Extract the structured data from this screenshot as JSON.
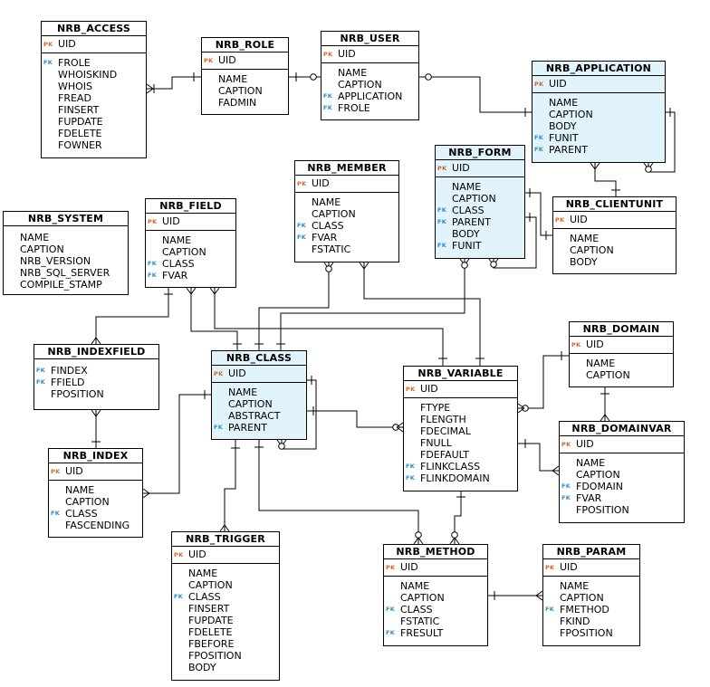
{
  "pk_label": "PK",
  "fk_label": "FK",
  "entities": [
    {
      "id": "access",
      "name": "NRB_ACCESS",
      "pk": "UID",
      "attrs": [
        {
          "n": "FROLE",
          "fk": true
        },
        {
          "n": "WHOISKIND"
        },
        {
          "n": "WHOIS"
        },
        {
          "n": "FREAD"
        },
        {
          "n": "FINSERT"
        },
        {
          "n": "FUPDATE"
        },
        {
          "n": "FDELETE"
        },
        {
          "n": "FOWNER"
        }
      ]
    },
    {
      "id": "role",
      "name": "NRB_ROLE",
      "pk": "UID",
      "attrs": [
        {
          "n": "NAME"
        },
        {
          "n": "CAPTION"
        },
        {
          "n": "FADMIN"
        }
      ]
    },
    {
      "id": "user",
      "name": "NRB_USER",
      "pk": "UID",
      "attrs": [
        {
          "n": "NAME"
        },
        {
          "n": "CAPTION"
        },
        {
          "n": "APPLICATION",
          "fk": true
        },
        {
          "n": "FROLE",
          "fk": true
        }
      ]
    },
    {
      "id": "application",
      "name": "NRB_APPLICATION",
      "pk": "UID",
      "selected": true,
      "attrs": [
        {
          "n": "NAME"
        },
        {
          "n": "CAPTION"
        },
        {
          "n": "BODY"
        },
        {
          "n": "FUNIT",
          "fk": true
        },
        {
          "n": "PARENT",
          "fk": true
        }
      ]
    },
    {
      "id": "system",
      "name": "NRB_SYSTEM",
      "attrs": [
        {
          "n": "NAME"
        },
        {
          "n": "CAPTION"
        },
        {
          "n": "NRB_VERSION"
        },
        {
          "n": "NRB_SQL_SERVER"
        },
        {
          "n": "COMPILE_STAMP"
        }
      ]
    },
    {
      "id": "field",
      "name": "NRB_FIELD",
      "pk": "UID",
      "attrs": [
        {
          "n": "NAME"
        },
        {
          "n": "CAPTION"
        },
        {
          "n": "CLASS",
          "fk": true
        },
        {
          "n": "FVAR",
          "fk": true
        }
      ]
    },
    {
      "id": "member",
      "name": "NRB_MEMBER",
      "pk": "UID",
      "attrs": [
        {
          "n": "NAME"
        },
        {
          "n": "CAPTION"
        },
        {
          "n": "CLASS",
          "fk": true
        },
        {
          "n": "FVAR",
          "fk": true
        },
        {
          "n": "FSTATIC"
        }
      ]
    },
    {
      "id": "form",
      "name": "NRB_FORM",
      "pk": "UID",
      "selected": true,
      "attrs": [
        {
          "n": "NAME"
        },
        {
          "n": "CAPTION"
        },
        {
          "n": "CLASS",
          "fk": true
        },
        {
          "n": "PARENT",
          "fk": true
        },
        {
          "n": "BODY"
        },
        {
          "n": "FUNIT",
          "fk": true
        }
      ]
    },
    {
      "id": "clientunit",
      "name": "NRB_CLIENTUNIT",
      "pk": "UID",
      "attrs": [
        {
          "n": "NAME"
        },
        {
          "n": "CAPTION"
        },
        {
          "n": "BODY"
        }
      ]
    },
    {
      "id": "indexfield",
      "name": "NRB_INDEXFIELD",
      "attrs": [
        {
          "n": "FINDEX",
          "fk": true
        },
        {
          "n": "FFIELD",
          "fk": true
        },
        {
          "n": "FPOSITION"
        }
      ]
    },
    {
      "id": "class",
      "name": "NRB_CLASS",
      "pk": "UID",
      "selected": true,
      "attrs": [
        {
          "n": "NAME"
        },
        {
          "n": "CAPTION"
        },
        {
          "n": "ABSTRACT"
        },
        {
          "n": "PARENT",
          "fk": true
        }
      ]
    },
    {
      "id": "variable",
      "name": "NRB_VARIABLE",
      "pk": "UID",
      "attrs": [
        {
          "n": "FTYPE"
        },
        {
          "n": "FLENGTH"
        },
        {
          "n": "FDECIMAL"
        },
        {
          "n": "FNULL"
        },
        {
          "n": "FDEFAULT"
        },
        {
          "n": "FLINKCLASS",
          "fk": true
        },
        {
          "n": "FLINKDOMAIN",
          "fk": true
        }
      ]
    },
    {
      "id": "domain",
      "name": "NRB_DOMAIN",
      "pk": "UID",
      "attrs": [
        {
          "n": "NAME"
        },
        {
          "n": "CAPTION"
        }
      ]
    },
    {
      "id": "domainvar",
      "name": "NRB_DOMAINVAR",
      "pk": "UID",
      "attrs": [
        {
          "n": "NAME"
        },
        {
          "n": "CAPTION"
        },
        {
          "n": "FDOMAIN",
          "fk": true
        },
        {
          "n": "FVAR",
          "fk": true
        },
        {
          "n": "FPOSITION"
        }
      ]
    },
    {
      "id": "index",
      "name": "NRB_INDEX",
      "pk": "UID",
      "attrs": [
        {
          "n": "NAME"
        },
        {
          "n": "CAPTION"
        },
        {
          "n": "CLASS",
          "fk": true
        },
        {
          "n": "FASCENDING"
        }
      ]
    },
    {
      "id": "trigger",
      "name": "NRB_TRIGGER",
      "pk": "UID",
      "attrs": [
        {
          "n": "NAME"
        },
        {
          "n": "CAPTION"
        },
        {
          "n": "CLASS",
          "fk": true
        },
        {
          "n": "FINSERT"
        },
        {
          "n": "FUPDATE"
        },
        {
          "n": "FDELETE"
        },
        {
          "n": "FBEFORE"
        },
        {
          "n": "FPOSITION"
        },
        {
          "n": "BODY"
        }
      ]
    },
    {
      "id": "method",
      "name": "NRB_METHOD",
      "pk": "UID",
      "attrs": [
        {
          "n": "NAME"
        },
        {
          "n": "CAPTION"
        },
        {
          "n": "CLASS",
          "fk": true
        },
        {
          "n": "FSTATIC"
        },
        {
          "n": "FRESULT",
          "fk": true
        }
      ]
    },
    {
      "id": "param",
      "name": "NRB_PARAM",
      "pk": "UID",
      "attrs": [
        {
          "n": "NAME"
        },
        {
          "n": "CAPTION"
        },
        {
          "n": "FMETHOD",
          "fk": true
        },
        {
          "n": "FKIND"
        },
        {
          "n": "FPOSITION"
        }
      ]
    }
  ]
}
